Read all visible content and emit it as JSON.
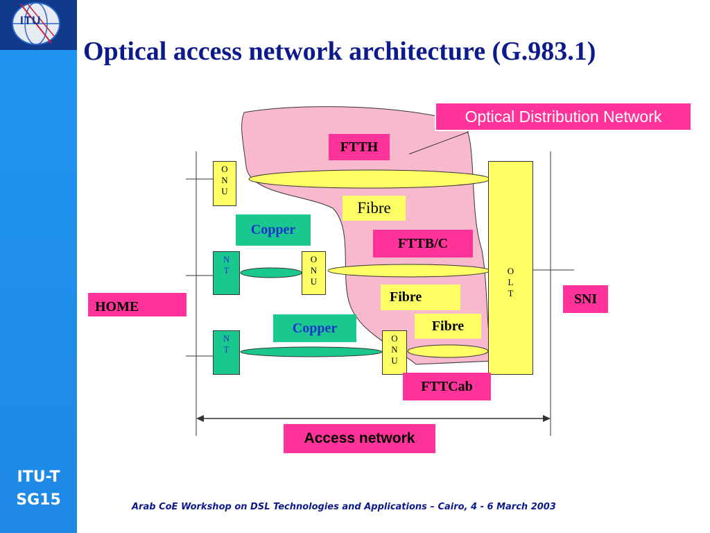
{
  "slide": {
    "title": "Optical access network architecture (G.983.1)",
    "footer": "Arab CoE  Workshop on DSL Technologies and Applications – Cairo, 4 - 6 March 2003"
  },
  "sidebar": {
    "logo_text": "ITU",
    "org_label_line1": "ITU-T",
    "org_label_line2": "SG15"
  },
  "diagram": {
    "odn_label": "Optical Distribution Network",
    "ftth_label": "FTTH",
    "fttbc_label": "FTTB/C",
    "fttcab_label": "FTTCab",
    "fibre_labels": [
      "Fibre",
      "Fibre",
      "Fibre"
    ],
    "copper_labels": [
      "Copper",
      "Copper"
    ],
    "home_label": "HOME",
    "sni_label": "SNI",
    "access_network_label": "Access network",
    "onu_letters": [
      "O",
      "N",
      "U"
    ],
    "nt_letters": [
      "N",
      "T"
    ],
    "olt_letters": [
      "O",
      "L",
      "T"
    ],
    "colors": {
      "cloud_fill": "#f9b9cc",
      "label_pink": "#ff3399",
      "label_yellow": "#ffff66",
      "label_teal": "#19c78f",
      "title_blue": "#0d1a8c",
      "sidebar_blue": "#2196f3"
    }
  }
}
